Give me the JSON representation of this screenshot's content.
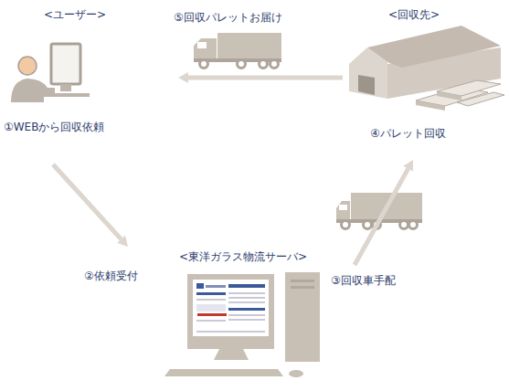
{
  "diagram": {
    "nodes": [
      {
        "text": [
          "<ユーザー>",
          "①WEBから回収依頼"
        ]
      },
      {
        "text": [
          "<回収先>",
          "④パレット回収"
        ]
      },
      {
        "text": [
          "<東洋ガラス物流サーバ>"
        ]
      }
    ],
    "edges": [
      {
        "from": 0,
        "to": 2,
        "label": "②依頼受付",
        "arrow": "to"
      },
      {
        "from": 2,
        "to": 1,
        "label": "③回収車手配",
        "arrow": "to"
      },
      {
        "from": 1,
        "to": 0,
        "label": "⑤回収パレットお届け",
        "arrow": "to"
      }
    ]
  }
}
